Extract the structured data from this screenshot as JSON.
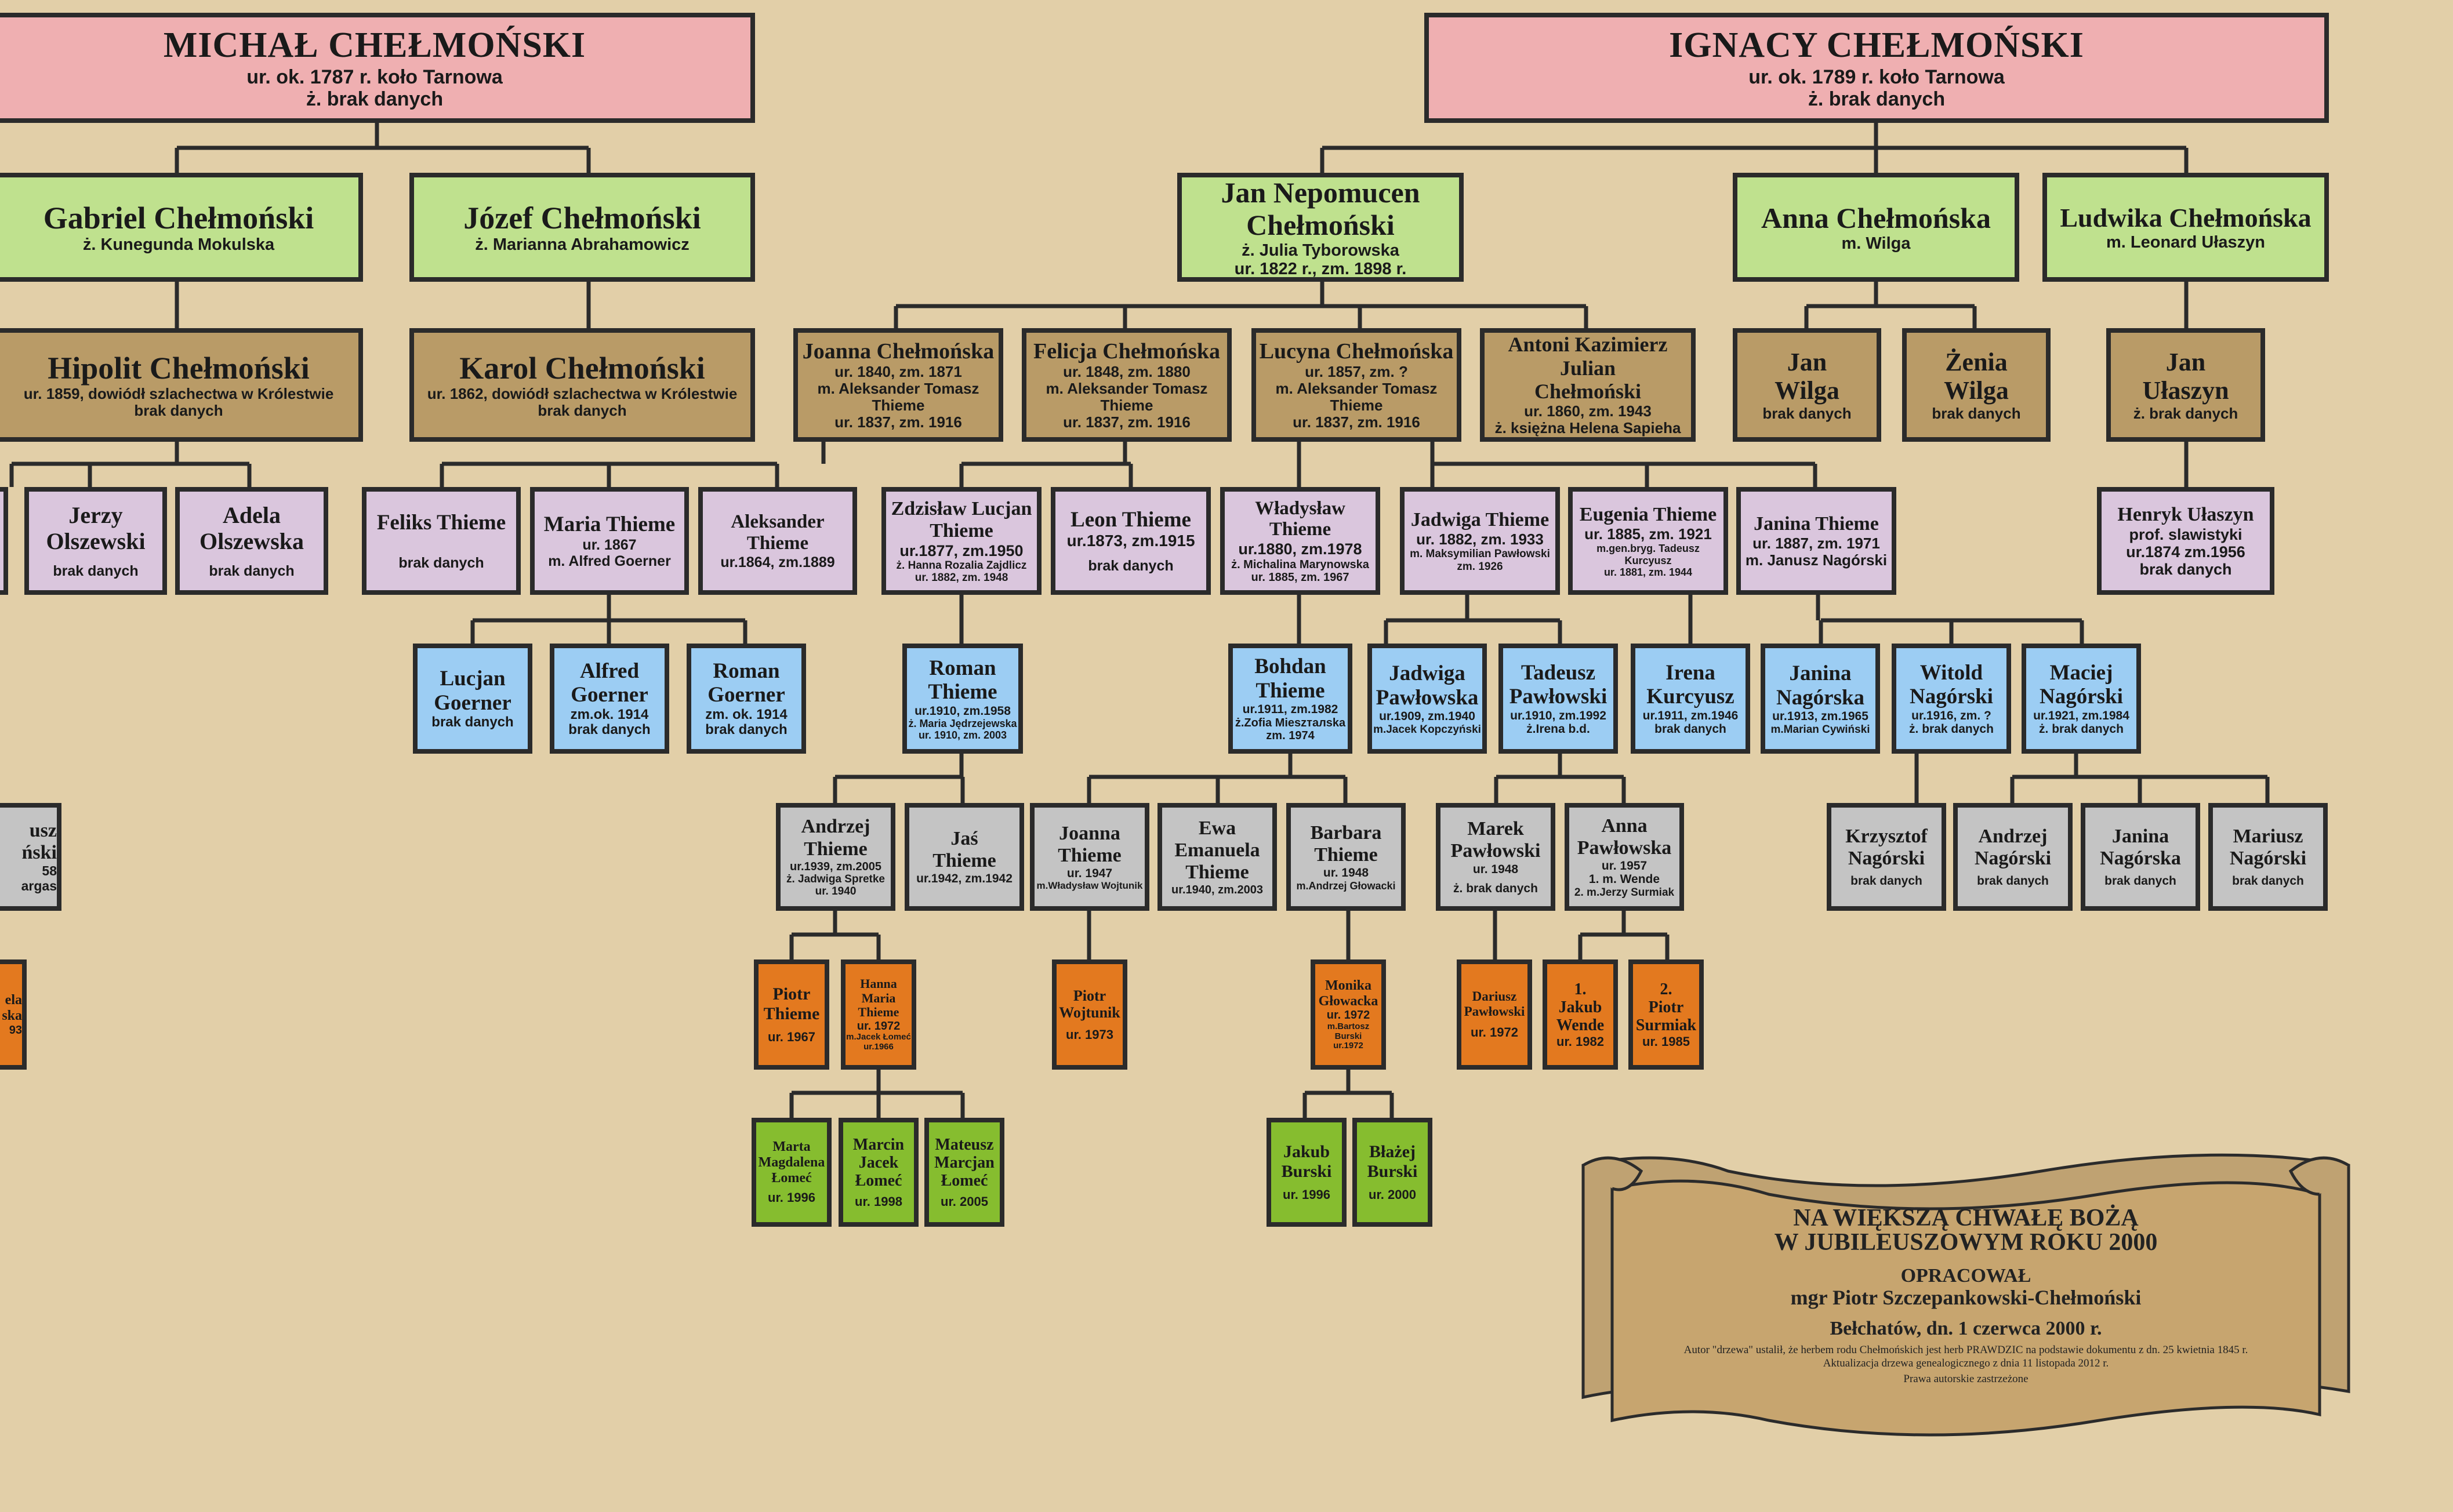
{
  "colors": {
    "background": "#e2cfa8",
    "gen0": "#efafb1",
    "gen1": "#bfe18e",
    "gen2": "#b99b67",
    "gen3": "#dac6dd",
    "gen4": "#9ccdf3",
    "gen5": "#c4c4c4",
    "gen6": "#e3791f",
    "gen7": "#86bd2f",
    "line": "#2b2b2b",
    "scroll": "#c7a56f"
  },
  "people": {
    "michal": {
      "name": "MICHAŁ CHEŁMOŃSKI",
      "l1": "ur. ok. 1787 r. koło Tarnowa",
      "l2": "ż. brak danych"
    },
    "ignacy": {
      "name": "IGNACY CHEŁMOŃSKI",
      "l1": "ur. ok. 1789 r. koło Tarnowa",
      "l2": "ż. brak danych"
    },
    "gabriel": {
      "name": "Gabriel Chełmoński",
      "l1": "ż. Kunegunda Mokulska"
    },
    "jozef": {
      "name": "Józef Chełmoński",
      "l1": "ż. Marianna Abrahamowicz"
    },
    "jan_nep": {
      "name": "Jan Nepomucen\nChełmoński",
      "l1": "ż. Julia Tyborowska",
      "l2": "ur. 1822 r., zm. 1898 r."
    },
    "anna": {
      "name": "Anna Chełmońska",
      "l1": "m. Wilga"
    },
    "ludwika": {
      "name": "Ludwika Chełmońska",
      "l1": "m. Leonard Ułaszyn"
    },
    "hipolit": {
      "name": "Hipolit Chełmoński",
      "l1": "ur. 1859, dowiódł szlachectwa w Królestwie",
      "l2": "brak danych"
    },
    "karol": {
      "name": "Karol Chełmoński",
      "l1": "ur. 1862, dowiódł szlachectwa w Królestwie",
      "l2": "brak danych"
    },
    "joanna": {
      "name": "Joanna Chełmońska",
      "l1": "ur. 1840, zm. 1871",
      "l2": "m. Aleksander Tomasz Thieme",
      "l3": "ur. 1837, zm. 1916"
    },
    "felicja": {
      "name": "Felicja Chełmońska",
      "l1": "ur. 1848, zm. 1880",
      "l2": "m. Aleksander Tomasz Thieme",
      "l3": "ur. 1837, zm. 1916"
    },
    "lucyna": {
      "name": "Lucyna Chełmońska",
      "l1": "ur. 1857, zm. ?",
      "l2": "m. Aleksander Tomasz Thieme",
      "l3": "ur. 1837, zm. 1916"
    },
    "antoni": {
      "name": "Antoni Kazimierz Julian\nChełmoński",
      "l1": "ur. 1860, zm. 1943",
      "l2": "ż. księżna Helena Sapieha"
    },
    "jan_wilga": {
      "name": "Jan\nWilga",
      "l1": "brak danych"
    },
    "zenia": {
      "name": "Żenia\nWilga",
      "l1": "brak danych"
    },
    "jan_ulaszyn": {
      "name": "Jan\nUłaszyn",
      "l1": "ż. brak danych"
    },
    "jerzy": {
      "name": "Jerzy\nOlszewski",
      "l1": "brak danych"
    },
    "adela": {
      "name": "Adela\nOlszewska",
      "l1": "brak danych"
    },
    "feliks": {
      "name": "Feliks Thieme",
      "l1": "brak danych"
    },
    "maria": {
      "name": "Maria Thieme",
      "l1": "ur. 1867",
      "l2": "m. Alfred Goerner"
    },
    "aleksander": {
      "name": "Aleksander Thieme",
      "l1": "ur.1864, zm.1889"
    },
    "zdzislaw": {
      "name": "Zdzisław Lucjan\nThieme",
      "l1": "ur.1877, zm.1950",
      "l2": "ż. Hanna Rozalia Zajdlicz",
      "l3": "ur. 1882, zm. 1948"
    },
    "leon": {
      "name": "Leon Thieme",
      "l1": "ur.1873, zm.1915",
      "l2": "brak danych"
    },
    "wladyslaw": {
      "name": "Władysław Thieme",
      "l1": "ur.1880, zm.1978",
      "l2": "ż. Michalina Marynowska",
      "l3": "ur. 1885, zm. 1967"
    },
    "jadwiga": {
      "name": "Jadwiga Thieme",
      "l1": "ur. 1882, zm. 1933",
      "l2": "m. Maksymilian Pawłowski",
      "l3": "zm. 1926"
    },
    "eugenia": {
      "name": "Eugenia Thieme",
      "l1": "ur. 1885, zm. 1921",
      "l2": "m.gen.bryg. Tadeusz Kurcyusz",
      "l3": "ur. 1881, zm. 1944"
    },
    "janina": {
      "name": "Janina Thieme",
      "l1": "ur. 1887, zm. 1971",
      "l2": "m. Janusz Nagórski"
    },
    "henryk": {
      "name": "Henryk Ułaszyn",
      "l1": "prof. slawistyki",
      "l2": "ur.1874  zm.1956",
      "l3": "brak danych"
    },
    "lucjan_g": {
      "name": "Lucjan\nGoerner",
      "l1": "brak danych"
    },
    "alfred_g": {
      "name": "Alfred\nGoerner",
      "l1": "zm.ok. 1914",
      "l2": "brak danych"
    },
    "roman_g": {
      "name": "Roman\nGoerner",
      "l1": "zm. ok. 1914",
      "l2": "brak danych"
    },
    "roman_t": {
      "name": "Roman\nThieme",
      "l1": "ur.1910, zm.1958",
      "l2": "ż. Maria Jędrzejewska",
      "l3": "ur. 1910, zm. 2003"
    },
    "bohdan": {
      "name": "Bohdan\nThieme",
      "l1": "ur.1911, zm.1982",
      "l2": "ż.Zofia Mieszталska",
      "l3": "zm. 1974"
    },
    "jadwiga_p": {
      "name": "Jadwiga\nPawłowska",
      "l1": "ur.1909, zm.1940",
      "l2": "m.Jacek Kopczyński"
    },
    "tadeusz_p": {
      "name": "Tadeusz\nPawłowski",
      "l1": "ur.1910, zm.1992",
      "l2": "ż.Irena  b.d."
    },
    "irena_k": {
      "name": "Irena\nKurcyusz",
      "l1": "ur.1911, zm.1946",
      "l2": "brak danych"
    },
    "janina_n": {
      "name": "Janina\nNagórska",
      "l1": "ur.1913, zm.1965",
      "l2": "m.Marian Cywiński"
    },
    "witold_n": {
      "name": "Witold\nNagórski",
      "l1": "ur.1916, zm. ?",
      "l2": "ż. brak danych"
    },
    "maciej_n": {
      "name": "Maciej\nNagórski",
      "l1": "ur.1921, zm.1984",
      "l2": "ż. brak danych"
    },
    "partial_grey": {
      "name": "usz\nński",
      "l1": "58",
      "l2": "argas"
    },
    "andrzej_t": {
      "name": "Andrzej\nThieme",
      "l1": "ur.1939, zm.2005",
      "l2": "ż. Jadwiga Spretke",
      "l3": "ur. 1940"
    },
    "jas_t": {
      "name": "Jaś\nThieme",
      "l1": "ur.1942, zm.1942"
    },
    "joanna_t": {
      "name": "Joanna\nThieme",
      "l1": "ur. 1947",
      "l2": "m.Władysław Wojtunik"
    },
    "ewa_t": {
      "name": "Ewa\nEmanuela\nThieme",
      "l1": "ur.1940, zm.2003"
    },
    "barbara_t": {
      "name": "Barbara\nThieme",
      "l1": "ur. 1948",
      "l2": "m.Andrzej Głowacki"
    },
    "marek_p": {
      "name": "Marek\nPawłowski",
      "l1": "ur. 1948",
      "l2": "ż. brak danych"
    },
    "anna_p": {
      "name": "Anna\nPawłowska",
      "l1": "ur. 1957",
      "l2": "1. m. Wende",
      "l3": "2. m.Jerzy Surmiak"
    },
    "krzysztof_n": {
      "name": "Krzysztof\nNagórski",
      "l1": "brak danych"
    },
    "andrzej_n": {
      "name": "Andrzej\nNagórski",
      "l1": "brak danych"
    },
    "janina_n2": {
      "name": "Janina\nNagórska",
      "l1": "brak danych"
    },
    "mariusz_n": {
      "name": "Mariusz\nNagórski",
      "l1": "brak danych"
    },
    "partial_orange": {
      "name": "ela\nska",
      "l1": "93"
    },
    "piotr_t": {
      "name": "Piotr\nThieme",
      "l1": "ur. 1967"
    },
    "hanna_t": {
      "name": "Hanna Maria\nThieme",
      "l1": "ur. 1972",
      "l2": "m.Jacek Łomeć",
      "l3": "ur.1966"
    },
    "piotr_w": {
      "name": "Piotr\nWojtunik",
      "l1": "ur. 1973"
    },
    "monika_g": {
      "name": "Monika\nGłowacka",
      "l1": "ur. 1972",
      "l2": "m.Bartosz Burski",
      "l3": "ur.1972"
    },
    "dariusz_p": {
      "name": "Dariusz\nPawłowski",
      "l1": "ur. 1972"
    },
    "jakub_w": {
      "name": "1.\nJakub\nWende",
      "l1": "ur. 1982"
    },
    "piotr_s": {
      "name": "2.\nPiotr\nSurmiak",
      "l1": "ur. 1985"
    },
    "marta_l": {
      "name": "Marta\nMagdalena\nŁomeć",
      "l1": "ur. 1996"
    },
    "marcin_l": {
      "name": "Marcin\nJacek\nŁomeć",
      "l1": "ur. 1998"
    },
    "mateusz_l": {
      "name": "Mateusz\nMarcjan\nŁomeć",
      "l1": "ur. 2005"
    },
    "jakub_b": {
      "name": "Jakub\nBurski",
      "l1": "ur. 1996"
    },
    "blazej_b": {
      "name": "Błażej\nBurski",
      "l1": "ur. 2000"
    }
  },
  "scroll": {
    "heading1": "NA WIĘKSZĄ CHWAŁĘ BOŻĄ",
    "heading2": "W JUBILEUSZOWYM ROKU 2000",
    "prepared_label": "OPRACOWAŁ",
    "author": "mgr Piotr Szczepankowski-Chełmoński",
    "place_date": "Bełchatów, dn. 1 czerwca 2000 r.",
    "note1": "Autor \"drzewa\" ustalił, że herbem rodu Chełmońskich jest herb PRAWDZIC na podstawie dokumentu z dn. 25 kwietnia 1845 r.",
    "note2": "Aktualizacja drzewa genealogicznego z dnia 11 listopada 2012 r.",
    "rights": "Prawa autorskie zastrzeżone"
  }
}
